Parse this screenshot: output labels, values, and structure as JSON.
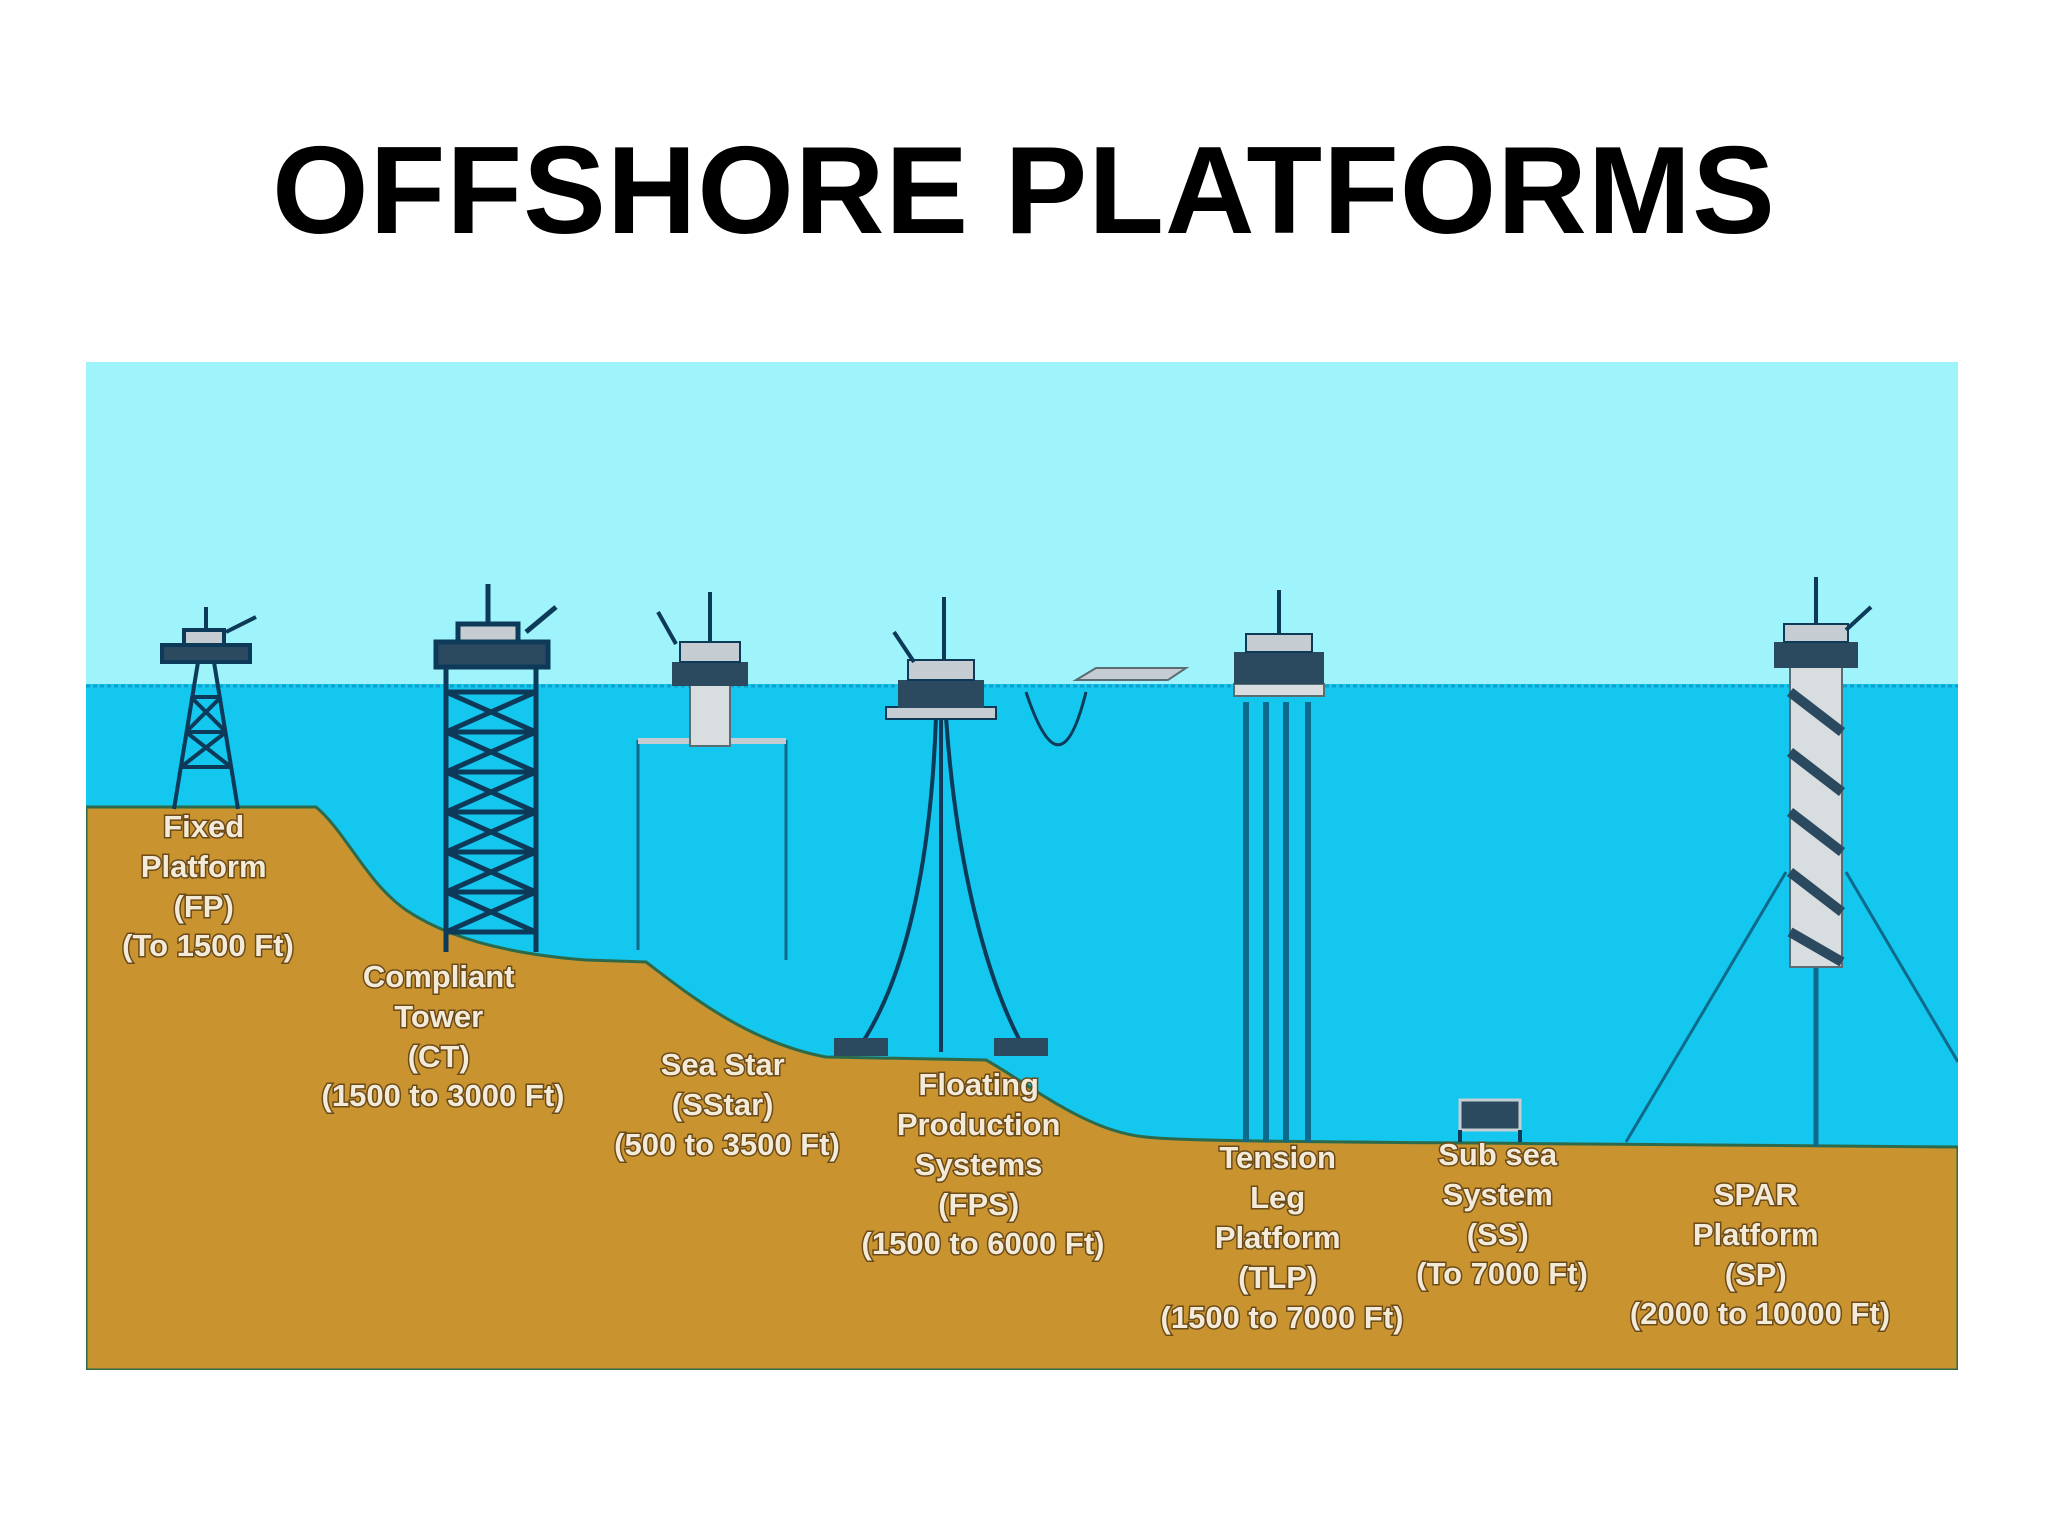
{
  "title": "OFFSHORE PLATFORMS",
  "colors": {
    "sky": "#9ff3fb",
    "sea": "#14c7ee",
    "seabed": "#c9942f",
    "structure": "#0e3a5a"
  },
  "platforms": [
    {
      "lines": [
        "Fixed",
        "Platform",
        "(FP)",
        "(To 1500 Ft)"
      ]
    },
    {
      "lines": [
        "Compliant",
        "Tower",
        "(CT)",
        "(1500 to 3000 Ft)"
      ]
    },
    {
      "lines": [
        "Sea Star",
        "(SStar)",
        "(500 to 3500 Ft)"
      ]
    },
    {
      "lines": [
        "Floating",
        "Production",
        "Systems",
        "(FPS)",
        "(1500 to 6000 Ft)"
      ]
    },
    {
      "lines": [
        "Tension",
        "Leg",
        "Platform",
        "(TLP)",
        "(1500 to 7000 Ft)"
      ]
    },
    {
      "lines": [
        "Sub sea",
        "System",
        "(SS)",
        "(To 7000 Ft)"
      ]
    },
    {
      "lines": [
        "SPAR",
        "Platform",
        "(SP)",
        "(2000 to 10000 Ft)"
      ]
    }
  ]
}
